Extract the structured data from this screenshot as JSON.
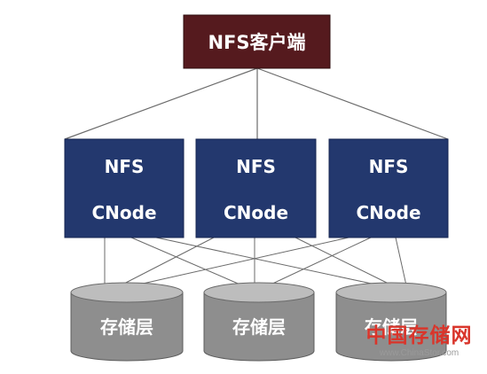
{
  "client": {
    "label": "NFS客户端"
  },
  "cnodes": [
    {
      "line1": "NFS",
      "line2": "CNode"
    },
    {
      "line1": "NFS",
      "line2": "CNode"
    },
    {
      "line1": "NFS",
      "line2": "CNode"
    }
  ],
  "storage": [
    {
      "label": "存储层"
    },
    {
      "label": "存储层"
    },
    {
      "label": "存储层"
    }
  ],
  "watermark": {
    "text": "中国存储网",
    "url": "www.ChinaStor.com"
  },
  "colors": {
    "client_fill": "#551a1e",
    "cnode_fill": "#23386e",
    "storage_fill": "#8e8e8e",
    "storage_top": "#bdbdbd",
    "line": "#6b6b6b",
    "text": "#ffffff",
    "watermark": "#d9352b"
  }
}
